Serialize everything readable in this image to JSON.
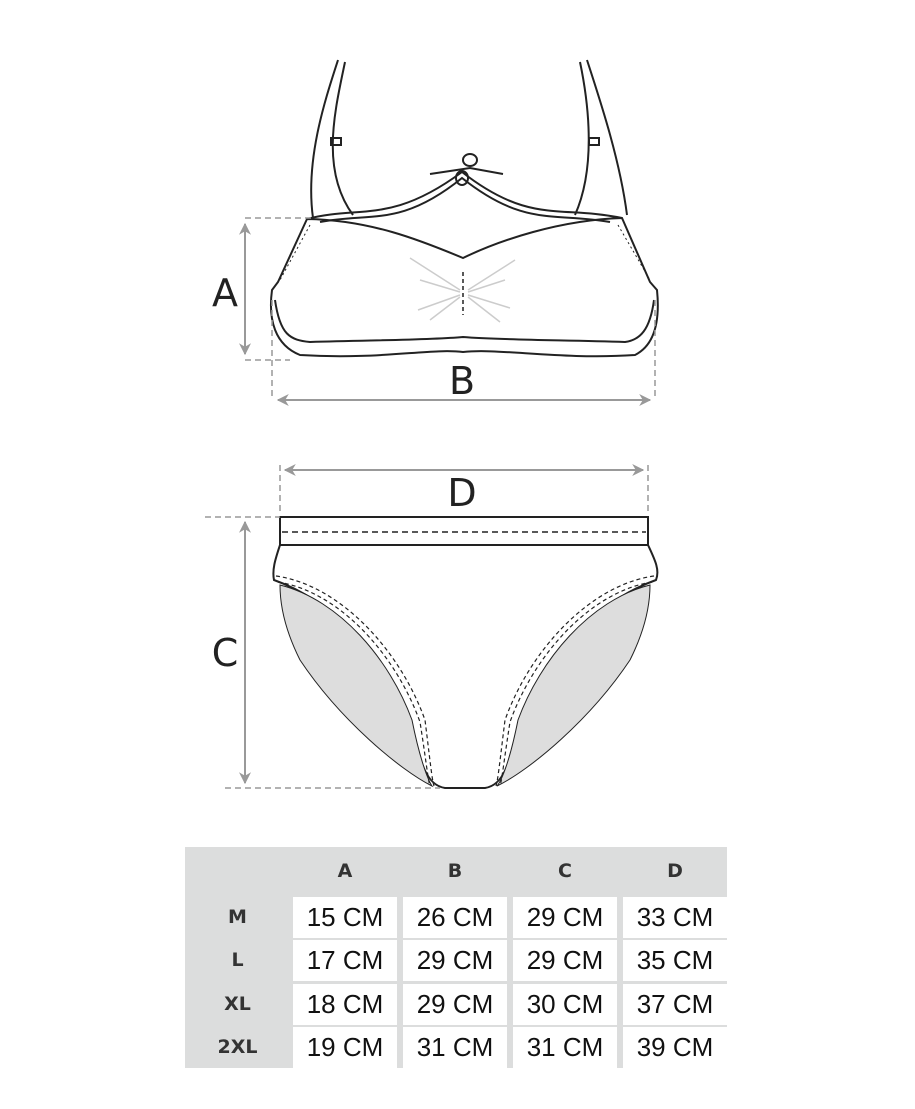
{
  "diagram": {
    "labels": {
      "a": "A",
      "b": "B",
      "c": "C",
      "d": "D"
    },
    "colors": {
      "outline": "#222222",
      "dimension": "#999999",
      "lining": "#dddddd"
    }
  },
  "size_table": {
    "columns": [
      "A",
      "B",
      "C",
      "D"
    ],
    "rows": [
      {
        "size": "M",
        "values": [
          "15 CM",
          "26 CM",
          "29 CM",
          "33 CM"
        ]
      },
      {
        "size": "L",
        "values": [
          "17 CM",
          "29 CM",
          "29 CM",
          "35 CM"
        ]
      },
      {
        "size": "XL",
        "values": [
          "18 CM",
          "29 CM",
          "30 CM",
          "37 CM"
        ]
      },
      {
        "size": "2XL",
        "values": [
          "19 CM",
          "31 CM",
          "31 CM",
          "39 CM"
        ]
      }
    ]
  }
}
